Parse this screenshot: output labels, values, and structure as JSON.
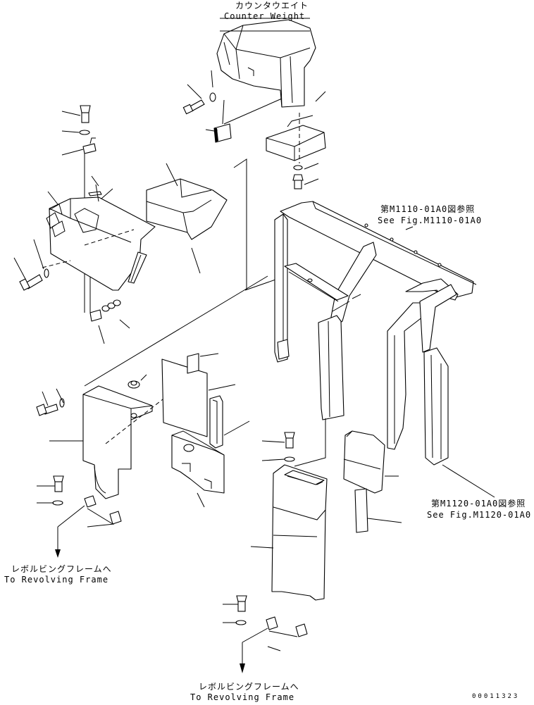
{
  "labels": {
    "counter_weight_jp": "カウンタウエイト",
    "counter_weight_en": "Counter Weight",
    "ref1_jp": "第M1110-01A0図参照",
    "ref1_en": "See Fig.M1110-01A0",
    "ref2_jp": "第M1120-01A0図参照",
    "ref2_en": "See Fig.M1120-01A0",
    "revolving_left_jp": "レボルビングフレームへ",
    "revolving_left_en": "To Revolving Frame",
    "revolving_bottom_jp": "レボルビングフレームへ",
    "revolving_bottom_en": "To Revolving Frame",
    "drawing_number": "00011323"
  }
}
